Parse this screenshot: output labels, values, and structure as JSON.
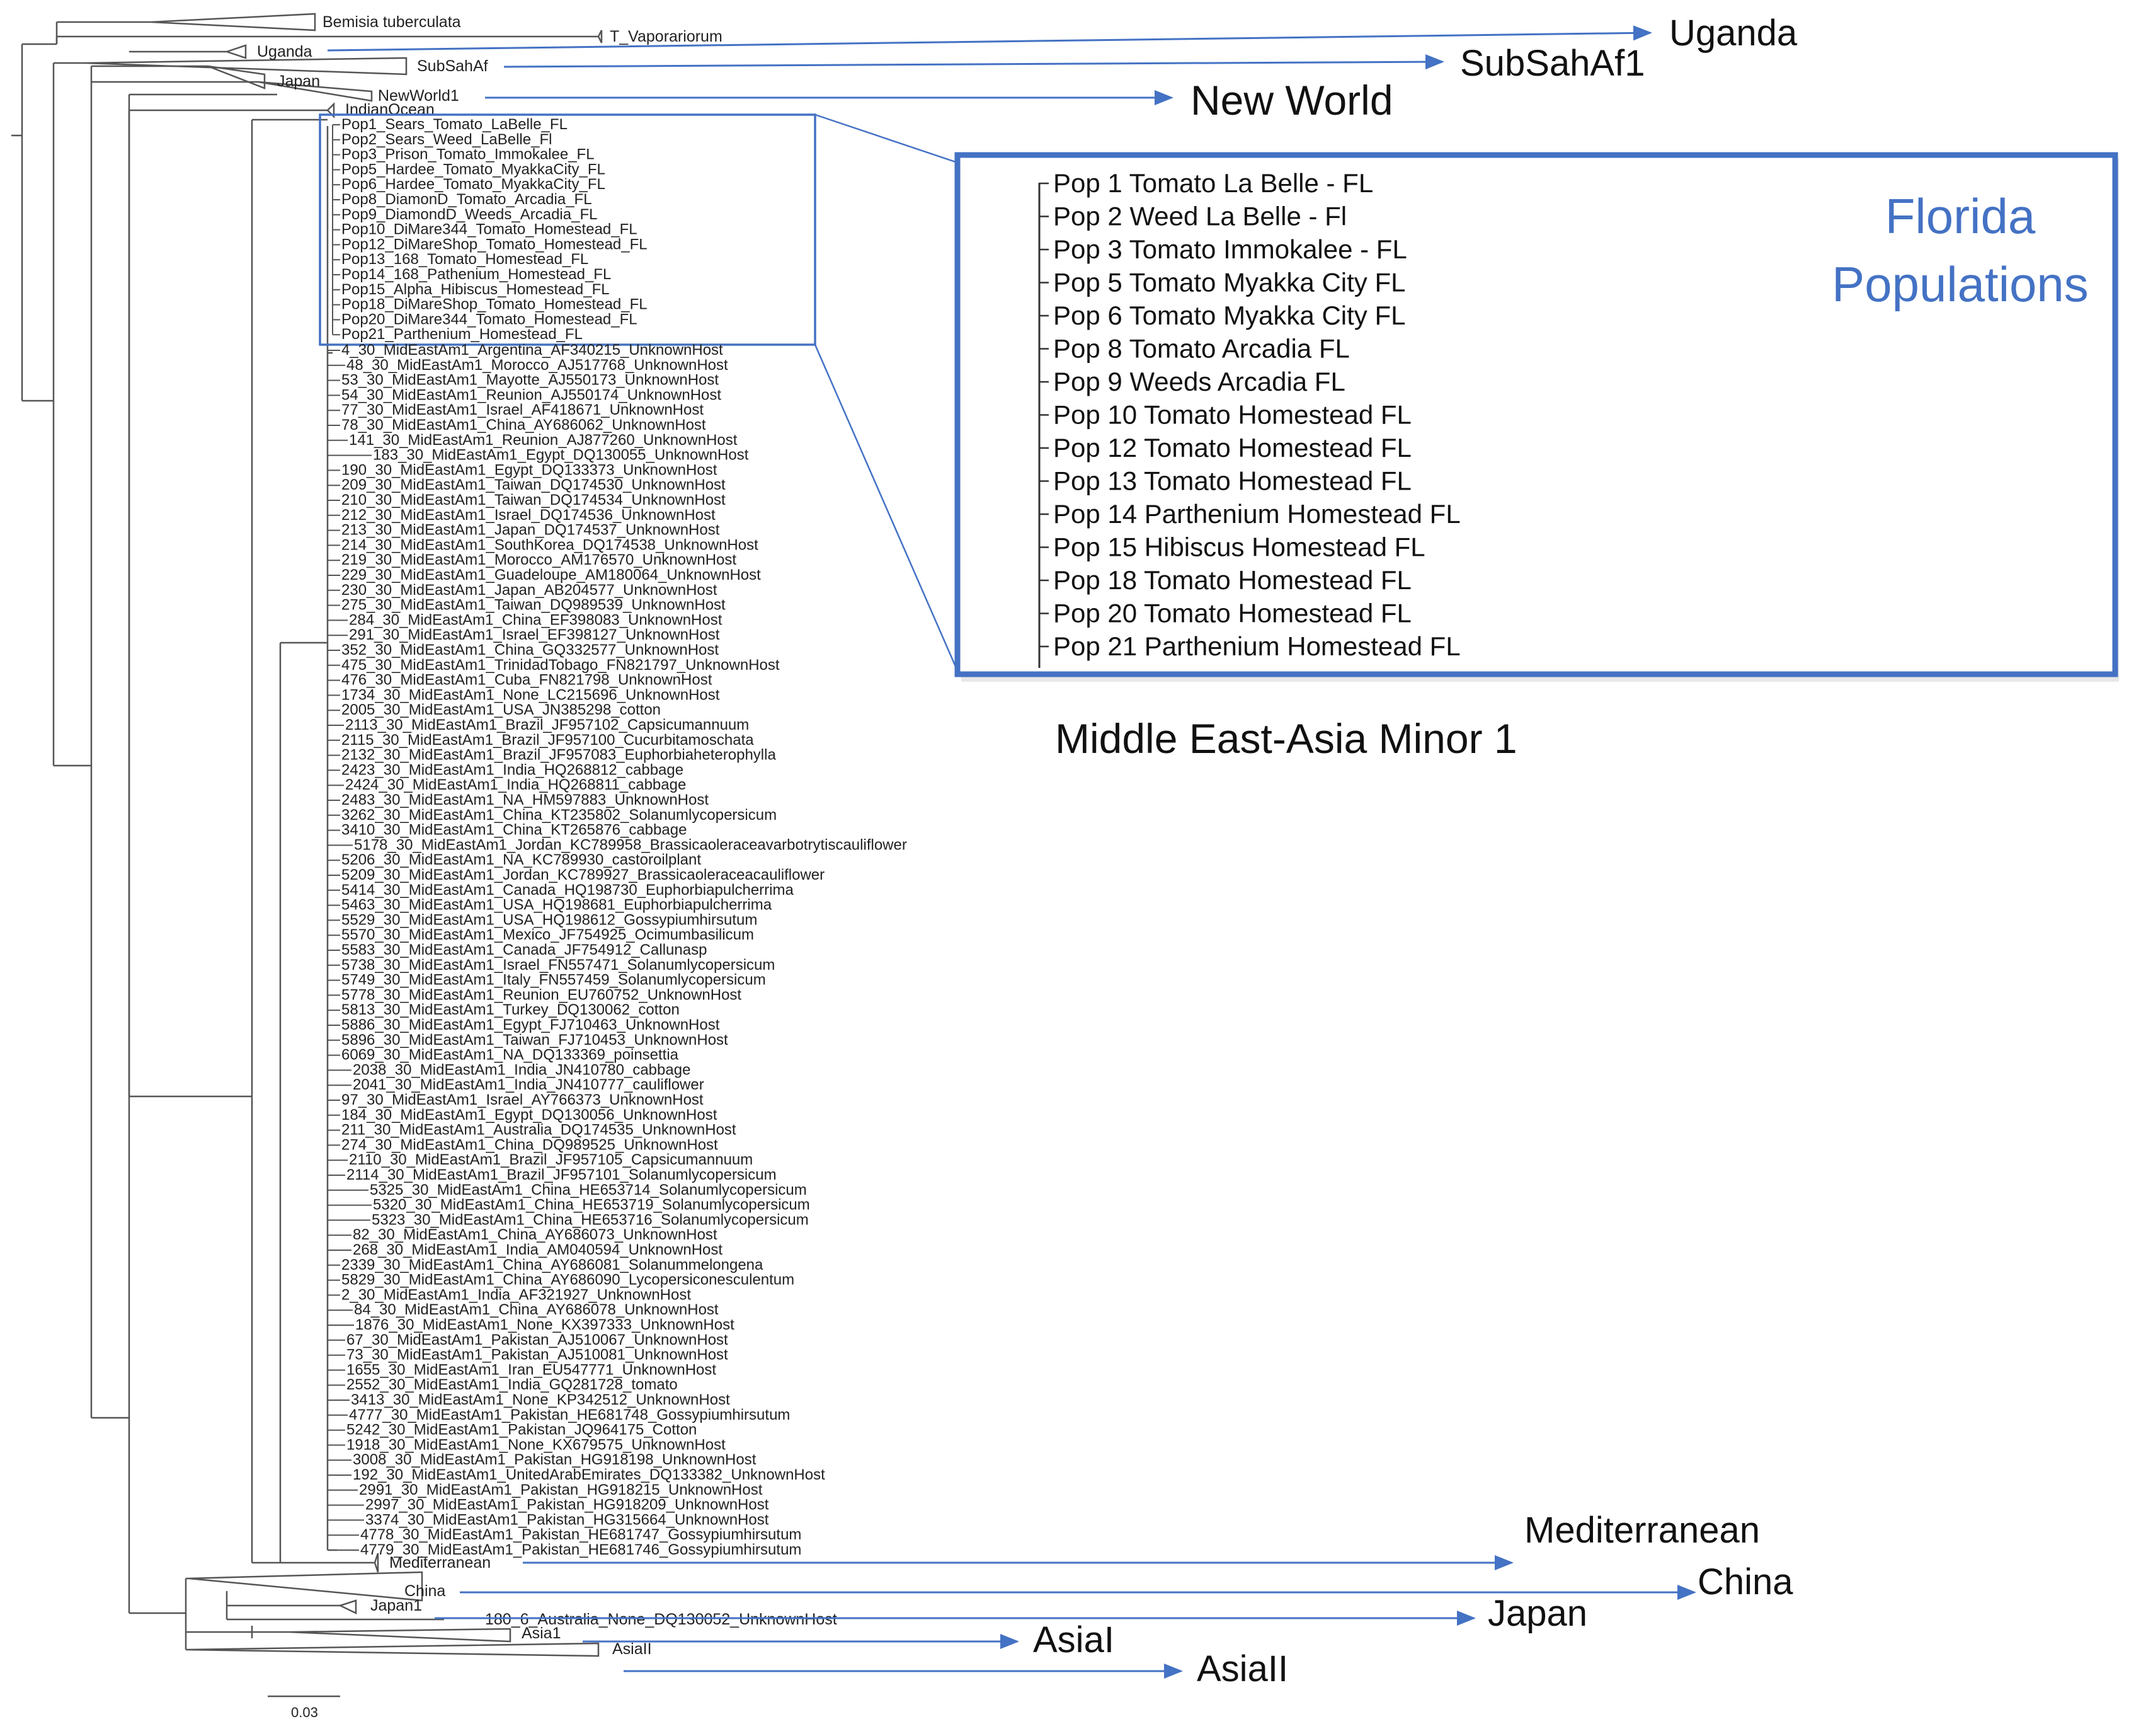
{
  "colors": {
    "accent": "#4472C4",
    "tree": "#555555",
    "text": "#222222"
  },
  "outgroups": [
    {
      "id": "bemisia",
      "label": "Bemisia tuberculata"
    },
    {
      "id": "tvap",
      "label": "T_Vaporariorum"
    },
    {
      "id": "uganda",
      "label": "Uganda"
    },
    {
      "id": "subsahaf",
      "label": "SubSahAf"
    },
    {
      "id": "japan_top",
      "label": "Japan"
    },
    {
      "id": "newworld",
      "label": "NewWorld1"
    },
    {
      "id": "indian",
      "label": "IndianOcean"
    }
  ],
  "florida_taxa": [
    "Pop1_Sears_Tomato_LaBelle_FL",
    "Pop2_Sears_Weed_LaBelle_Fl",
    "Pop3_Prison_Tomato_Immokalee_FL",
    "Pop5_Hardee_Tomato_MyakkaCity_FL",
    "Pop6_Hardee_Tomato_MyakkaCity_FL",
    "Pop8_DiamonD_Tomato_Arcadia_FL",
    "Pop9_DiamondD_Weeds_Arcadia_FL",
    "Pop10_DiMare344_Tomato_Homestead_FL",
    "Pop12_DiMareShop_Tomato_Homestead_FL",
    "Pop13_168_Tomato_Homestead_FL",
    "Pop14_168_Pathenium_Homestead_FL",
    "Pop15_Alpha_Hibiscus_Homestead_FL",
    "Pop18_DiMareShop_Tomato_Homestead_FL",
    "Pop20_DiMare344_Tomato_Homestead_FL",
    "Pop21_Parthenium_Homestead_FL"
  ],
  "mideast_taxa": [
    "4_30_MidEastAm1_Argentina_AF340215_UnknownHost",
    "48_30_MidEastAm1_Morocco_AJ517768_UnknownHost",
    "53_30_MidEastAm1_Mayotte_AJ550173_UnknownHost",
    "54_30_MidEastAm1_Reunion_AJ550174_UnknownHost",
    "77_30_MidEastAm1_Israel_AF418671_UnknownHost",
    "78_30_MidEastAm1_China_AY686062_UnknownHost",
    "141_30_MidEastAm1_Reunion_AJ877260_UnknownHost",
    "183_30_MidEastAm1_Egypt_DQ130055_UnknownHost",
    "190_30_MidEastAm1_Egypt_DQ133373_UnknownHost",
    "209_30_MidEastAm1_Taiwan_DQ174530_UnknownHost",
    "210_30_MidEastAm1_Taiwan_DQ174534_UnknownHost",
    "212_30_MidEastAm1_Israel_DQ174536_UnknownHost",
    "213_30_MidEastAm1_Japan_DQ174537_UnknownHost",
    "214_30_MidEastAm1_SouthKorea_DQ174538_UnknownHost",
    "219_30_MidEastAm1_Morocco_AM176570_UnknownHost",
    "229_30_MidEastAm1_Guadeloupe_AM180064_UnknownHost",
    "230_30_MidEastAm1_Japan_AB204577_UnknownHost",
    "275_30_MidEastAm1_Taiwan_DQ989539_UnknownHost",
    "284_30_MidEastAm1_China_EF398083_UnknownHost",
    "291_30_MidEastAm1_Israel_EF398127_UnknownHost",
    "352_30_MidEastAm1_China_GQ332577_UnknownHost",
    "475_30_MidEastAm1_TrinidadTobago_FN821797_UnknownHost",
    "476_30_MidEastAm1_Cuba_FN821798_UnknownHost",
    "1734_30_MidEastAm1_None_LC215696_UnknownHost",
    "2005_30_MidEastAm1_USA_JN385298_cotton",
    "2113_30_MidEastAm1_Brazil_JF957102_Capsicumannuum",
    "2115_30_MidEastAm1_Brazil_JF957100_Cucurbitamoschata",
    "2132_30_MidEastAm1_Brazil_JF957083_Euphorbiaheterophylla",
    "2423_30_MidEastAm1_India_HQ268812_cabbage",
    "2424_30_MidEastAm1_India_HQ268811_cabbage",
    "2483_30_MidEastAm1_NA_HM597883_UnknownHost",
    "3262_30_MidEastAm1_China_KT235802_Solanumlycopersicum",
    "3410_30_MidEastAm1_China_KT265876_cabbage",
    "5178_30_MidEastAm1_Jordan_KC789958_Brassicaoleraceavarbotrytiscauliflower",
    "5206_30_MidEastAm1_NA_KC789930_castoroilplant",
    "5209_30_MidEastAm1_Jordan_KC789927_Brassicaoleraceacauliflower",
    "5414_30_MidEastAm1_Canada_HQ198730_Euphorbiapulcherrima",
    "5463_30_MidEastAm1_USA_HQ198681_Euphorbiapulcherrima",
    "5529_30_MidEastAm1_USA_HQ198612_Gossypiumhirsutum",
    "5570_30_MidEastAm1_Mexico_JF754925_Ocimumbasilicum",
    "5583_30_MidEastAm1_Canada_JF754912_Callunasp",
    "5738_30_MidEastAm1_Israel_FN557471_Solanumlycopersicum",
    "5749_30_MidEastAm1_Italy_FN557459_Solanumlycopersicum",
    "5778_30_MidEastAm1_Reunion_EU760752_UnknownHost",
    "5813_30_MidEastAm1_Turkey_DQ130062_cotton",
    "5886_30_MidEastAm1_Egypt_FJ710463_UnknownHost",
    "5896_30_MidEastAm1_Taiwan_FJ710453_UnknownHost",
    "6069_30_MidEastAm1_NA_DQ133369_poinsettia",
    "2038_30_MidEastAm1_India_JN410780_cabbage",
    "2041_30_MidEastAm1_India_JN410777_cauliflower",
    "97_30_MidEastAm1_Israel_AY766373_UnknownHost",
    "184_30_MidEastAm1_Egypt_DQ130056_UnknownHost",
    "211_30_MidEastAm1_Australia_DQ174535_UnknownHost",
    "274_30_MidEastAm1_China_DQ989525_UnknownHost",
    "2110_30_MidEastAm1_Brazil_JF957105_Capsicumannuum",
    "2114_30_MidEastAm1_Brazil_JF957101_Solanumlycopersicum",
    "5325_30_MidEastAm1_China_HE653714_Solanumlycopersicum",
    "5320_30_MidEastAm1_China_HE653719_Solanumlycopersicum",
    "5323_30_MidEastAm1_China_HE653716_Solanumlycopersicum",
    "82_30_MidEastAm1_China_AY686073_UnknownHost",
    "268_30_MidEastAm1_India_AM040594_UnknownHost",
    "2339_30_MidEastAm1_China_AY686081_Solanummelongena",
    "5829_30_MidEastAm1_China_AY686090_Lycopersiconesculentum",
    "2_30_MidEastAm1_India_AF321927_UnknownHost",
    "84_30_MidEastAm1_China_AY686078_UnknownHost",
    "1876_30_MidEastAm1_None_KX397333_UnknownHost",
    "67_30_MidEastAm1_Pakistan_AJ510067_UnknownHost",
    "73_30_MidEastAm1_Pakistan_AJ510081_UnknownHost",
    "1655_30_MidEastAm1_Iran_EU547771_UnknownHost",
    "2552_30_MidEastAm1_India_GQ281728_tomato",
    "3413_30_MidEastAm1_None_KP342512_UnknownHost",
    "4777_30_MidEastAm1_Pakistan_HE681748_Gossypiumhirsutum",
    "5242_30_MidEastAm1_Pakistan_JQ964175_Cotton",
    "1918_30_MidEastAm1_None_KX679575_UnknownHost",
    "3008_30_MidEastAm1_Pakistan_HG918198_UnknownHost",
    "192_30_MidEastAm1_UnitedArabEmirates_DQ133382_UnknownHost",
    "2991_30_MidEastAm1_Pakistan_HG918215_UnknownHost",
    "2997_30_MidEastAm1_Pakistan_HG918209_UnknownHost",
    "3374_30_MidEastAm1_Pakistan_HG315664_UnknownHost",
    "4778_30_MidEastAm1_Pakistan_HE681747_Gossypiumhirsutum",
    "4779_30_MidEastAm1_Pakistan_HE681746_Gossypiumhirsutum"
  ],
  "bottom_clades": [
    {
      "id": "mediterranean",
      "label": "Mediterranean"
    },
    {
      "id": "china",
      "label": "China"
    },
    {
      "id": "japan1",
      "label": "Japan1"
    },
    {
      "id": "australia",
      "label": "180_6_Australia_None_DQ130052_UnknownHost"
    },
    {
      "id": "asia1",
      "label": "Asia1"
    },
    {
      "id": "asiaII",
      "label": "AsiaII"
    }
  ],
  "group_labels": [
    {
      "id": "uganda",
      "label": "Uganda"
    },
    {
      "id": "subsahaf1",
      "label": "SubSahAf1"
    },
    {
      "id": "newworld",
      "label": "New World"
    },
    {
      "id": "mediterranean",
      "label": "Mediterranean"
    },
    {
      "id": "china",
      "label": "China"
    },
    {
      "id": "japan",
      "label": "Japan"
    },
    {
      "id": "asiaI",
      "label": "AsiaI"
    },
    {
      "id": "asiaII",
      "label": "AsiaII"
    }
  ],
  "florida_panel": {
    "title_line1": "Florida",
    "title_line2": "Populations",
    "items": [
      "Pop 1 Tomato La Belle - FL",
      "Pop 2 Weed La Belle - Fl",
      "Pop 3 Tomato Immokalee - FL",
      "Pop 5 Tomato Myakka City FL",
      "Pop 6 Tomato Myakka City FL",
      "Pop 8 Tomato Arcadia FL",
      "Pop 9 Weeds Arcadia FL",
      "Pop 10 Tomato Homestead FL",
      "Pop 12 Tomato Homestead FL",
      "Pop 13 Tomato Homestead FL",
      "Pop 14 Parthenium Homestead FL",
      "Pop 15 Hibiscus Homestead FL",
      "Pop 18 Tomato Homestead FL",
      "Pop 20 Tomato Homestead FL",
      "Pop 21 Parthenium Homestead FL"
    ]
  },
  "meam1_label": "Middle East-Asia Minor 1",
  "scale_label": "0.03"
}
